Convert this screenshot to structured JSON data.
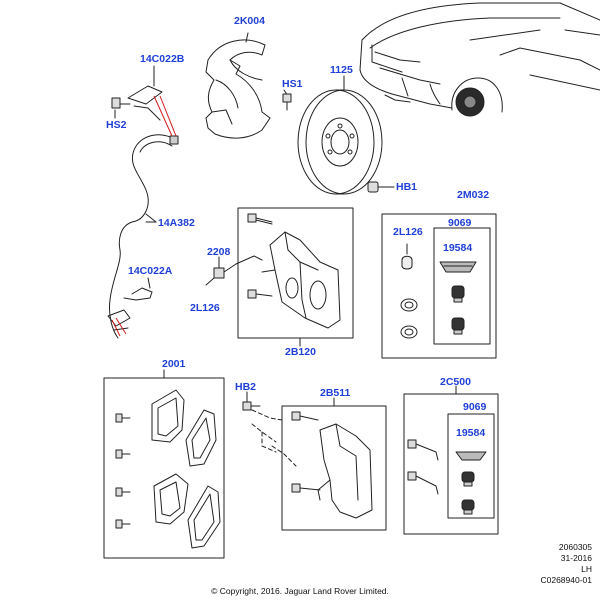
{
  "parts": {
    "p2K004": "2K004",
    "p14C022B": "14C022B",
    "pHS1": "HS1",
    "p1125": "1125",
    "pHS2": "HS2",
    "pHB1": "HB1",
    "p14A382": "14A382",
    "p2208": "2208",
    "p2M032": "2M032",
    "p9069a": "9069",
    "p2L126a": "2L126",
    "p19584a": "19584",
    "p14C022A": "14C022A",
    "p2L126b": "2L126",
    "p2B120": "2B120",
    "p2001": "2001",
    "pHB2": "HB2",
    "p2B511": "2B511",
    "p2C500": "2C500",
    "p9069b": "9069",
    "p19584b": "19584"
  },
  "meta": {
    "line1": "2060305",
    "line2": "31-2016",
    "line3": "LH",
    "line4": "C0268940-01"
  },
  "copyright": "© Copyright, 2016. Jaguar Land Rover Limited.",
  "colors": {
    "label": "#1f3fd6",
    "line": "#222222",
    "red": "#d11a1a"
  }
}
